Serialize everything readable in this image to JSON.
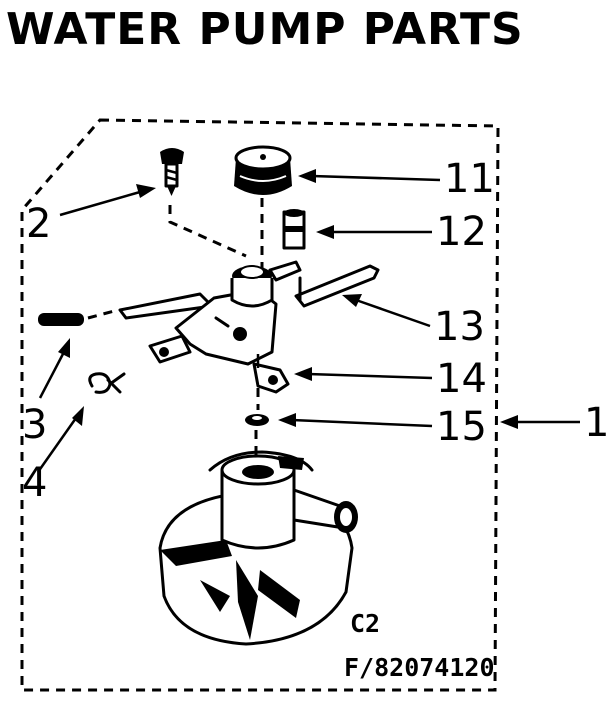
{
  "title": "WATER PUMP PARTS",
  "callouts": {
    "c1": "1",
    "c2": "2",
    "c3": "3",
    "c4": "4",
    "c11": "11",
    "c12": "12",
    "c13": "13",
    "c14": "14",
    "c15": "15"
  },
  "code_line1": "C2",
  "code_line2": "F/82074120",
  "ink_color": "#000000",
  "paper_color": "#ffffff"
}
